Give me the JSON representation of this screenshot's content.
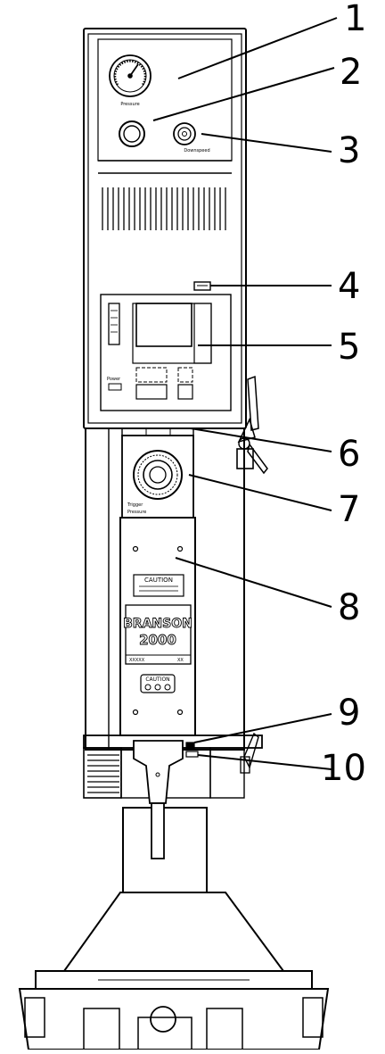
{
  "diagram": {
    "labels": {
      "pressure": "Pressure",
      "downspeed": "Downspeed",
      "power": "Power",
      "trigger": "Trigger",
      "pressure2": "Pressure",
      "caution_top": "CAUTION",
      "caution_bottom": "CAUTION",
      "brand": "BRANSON",
      "model": "2000",
      "left_tag": "XXXXX",
      "right_tag": "XX"
    },
    "callouts": [
      "1",
      "2",
      "3",
      "4",
      "5",
      "6",
      "7",
      "8",
      "9",
      "10"
    ]
  }
}
